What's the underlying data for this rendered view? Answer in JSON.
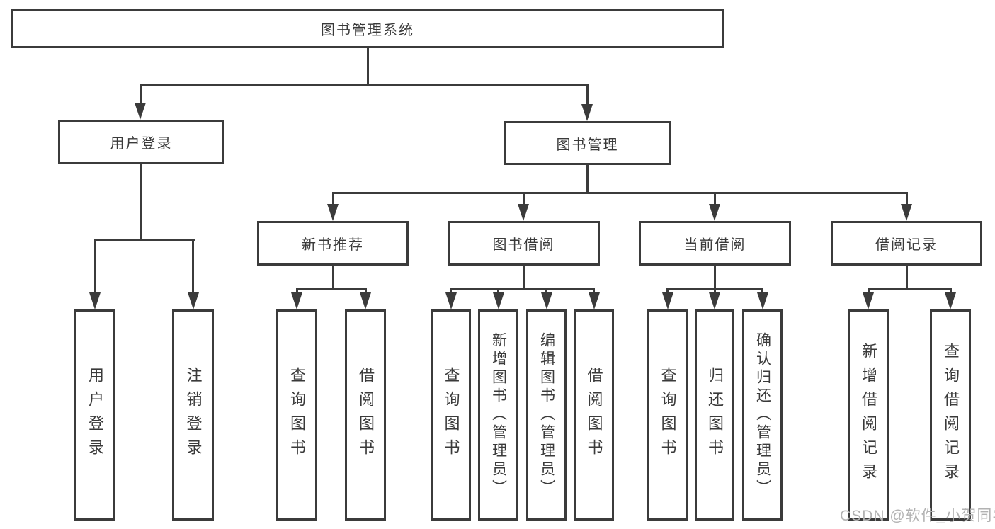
{
  "diagram": {
    "title": "图书管理系统",
    "colors": {
      "line": "#3b3b3b",
      "text": "#3a3a3a",
      "watermark_text_color": "#b2b2b2",
      "background": "#ffffff"
    },
    "nodes": {
      "root": {
        "label": "图书管理系统"
      },
      "user_login": {
        "label": "用户登录"
      },
      "book_mgmt": {
        "label": "图书管理"
      },
      "user_login_leaf": {
        "label": "用户登录"
      },
      "logout_leaf": {
        "label": "注销登录"
      },
      "new_book_rec": {
        "label": "新书推荐"
      },
      "book_borrow": {
        "label": "图书借阅"
      },
      "current_borrow": {
        "label": "当前借阅"
      },
      "borrow_record": {
        "label": "借阅记录"
      },
      "rec_query_book": {
        "label": "查询图书"
      },
      "rec_borrow_book": {
        "label": "借阅图书"
      },
      "bb_query_book": {
        "label": "查询图书"
      },
      "bb_add_book": {
        "label": "新增图书（管理员）"
      },
      "bb_edit_book": {
        "label": "编辑图书（管理员）"
      },
      "bb_borrow_book": {
        "label": "借阅图书"
      },
      "cb_query_book": {
        "label": "查询图书"
      },
      "cb_return_book": {
        "label": "归还图书"
      },
      "cb_confirm_return": {
        "label": "确认归还（管理员）"
      },
      "br_add_record": {
        "label": "新增借阅记录"
      },
      "br_query_record": {
        "label": "查询借阅记录"
      }
    },
    "watermark": "CSDN @软件_小贺同学"
  }
}
